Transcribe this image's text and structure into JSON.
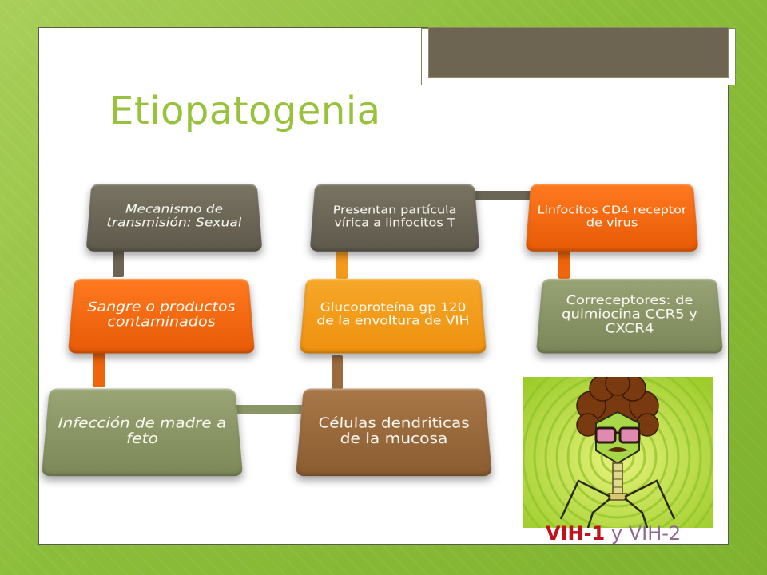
{
  "slide": {
    "title": "Etiopatogenia",
    "caption_vih1": "VIH-1",
    "caption_rest": " y VIH-2"
  },
  "diagram": {
    "boxes": {
      "mecanismo": "Mecanismo de transmisión: Sexual",
      "sangre": "Sangre o productos contaminados",
      "infeccion": "Infección de madre a feto",
      "celulas": "Células dendriticas de la mucosa",
      "glucoproteina": "Glucoproteína gp 120 de la envoltura de VIH",
      "presentan": "Presentan partícula vírica a linfocitos T",
      "linfocitos": "Linfocitos CD4 receptor de virus",
      "correceptores": "Correceptores: de quimiocina CCR5 y CXCR4"
    }
  },
  "colors": {
    "background_green": "#8cbd3a",
    "title_green": "#98c23b",
    "box_gray": "#6b6555",
    "box_orange": "#f0640c",
    "box_olive": "#8a9566",
    "box_brown": "#9a6a3e",
    "box_amber": "#f39a1c",
    "caption_red": "#c0101a",
    "caption_purple": "#8f6a8f"
  }
}
